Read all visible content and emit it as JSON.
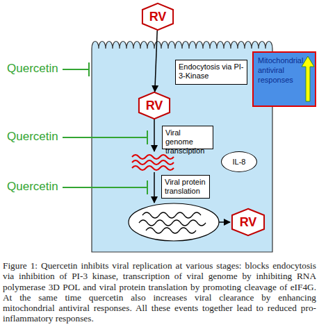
{
  "diagram": {
    "caption": "Figure 1: Quercetin inhibits viral replication at various stages: blocks endocytosis via inhibition of PI-3 kinase, transcription of viral genome by inhibiting RNA polymerase 3D POL and viral protein translation by promoting cleavage of eIF4G. At the same time quercetin also increases viral clearance by enhancing mitochondrial antiviral responses. All these events together lead to reduced pro-inflammatory responses.",
    "nodes": [
      {
        "text": [
          "RV"
        ]
      },
      {
        "text": [
          "Endocytosis via PI-3-Kinase"
        ]
      },
      {
        "text": [
          "Mitochondrial antiviral responses"
        ]
      },
      {
        "text": [
          "RV"
        ]
      },
      {
        "text": [
          "Viral genome transciption"
        ]
      },
      {
        "text": [
          "IL-8"
        ]
      },
      {
        "text": [
          "Viral protein translation"
        ]
      },
      {
        "text": [
          "RV"
        ]
      }
    ],
    "edges": [
      {
        "from": 0,
        "to": 3,
        "arrow": "to"
      }
    ],
    "labels": [
      "Quercetin",
      "Quercetin",
      "Quercetin"
    ]
  }
}
